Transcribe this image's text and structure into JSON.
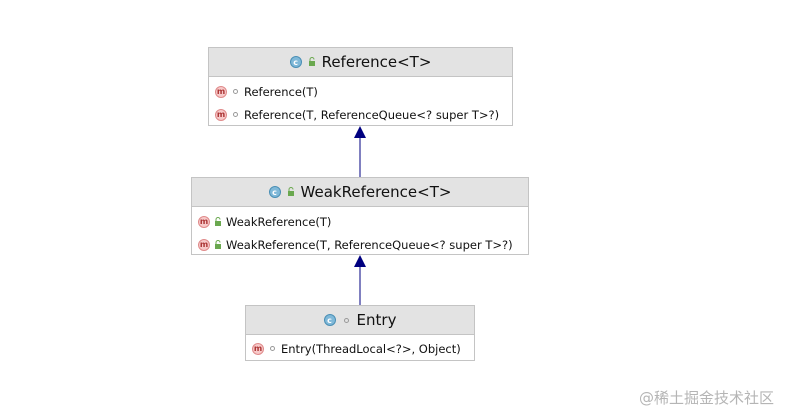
{
  "diagram": {
    "classes": [
      {
        "title": "Reference<T>",
        "members": [
          {
            "label": "Reference(T)"
          },
          {
            "label": "Reference(T, ReferenceQueue<? super T>?)"
          }
        ]
      },
      {
        "title": "WeakReference<T>",
        "members": [
          {
            "label": "WeakReference(T)"
          },
          {
            "label": "WeakReference(T, ReferenceQueue<? super T>?)"
          }
        ]
      },
      {
        "title": "Entry",
        "members": [
          {
            "label": "Entry(ThreadLocal<?>, Object)"
          }
        ]
      }
    ],
    "class_icon_letter": "c",
    "method_icon_letter": "m",
    "arrow_color": "#000080",
    "class_icon_color": "#7fb8d8",
    "method_icon_color": "#f7c9c9"
  },
  "watermark": "@稀土掘金技术社区"
}
